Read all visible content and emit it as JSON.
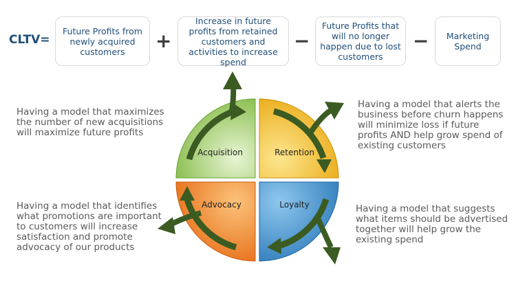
{
  "formula": {
    "label": "CLTV=",
    "terms": [
      "Future Profits from newly acquired customers",
      "Increase in future profits from retained customers and activities to increase spend",
      "Future Profits that will no longer happen due to lost customers",
      "Marketing Spend"
    ],
    "operators": [
      "+",
      "−",
      "−"
    ]
  },
  "quadrants": {
    "acquisition": "Acquisition",
    "retention": "Retention",
    "advocacy": "Advocacy",
    "loyalty": "Loyalty"
  },
  "descriptions": {
    "acquisition": "Having a model that maximizes the number of new acquisitions will maximize future profits",
    "retention": "Having a model that alerts the business before churn happens will minimize loss if future profits AND help grow spend of existing customers",
    "advocacy": "Having a model that identifies what promotions are important to customers will increase satisfaction and promote advocacy of our products",
    "loyalty": "Having a model that suggests what items should be advertised together will help grow the existing spend"
  },
  "colors": {
    "acquisition": "#8cc24e",
    "retention": "#f2b51c",
    "advocacy": "#f07a1e",
    "loyalty": "#3a8dc8",
    "arrow": "#3b5b22"
  }
}
